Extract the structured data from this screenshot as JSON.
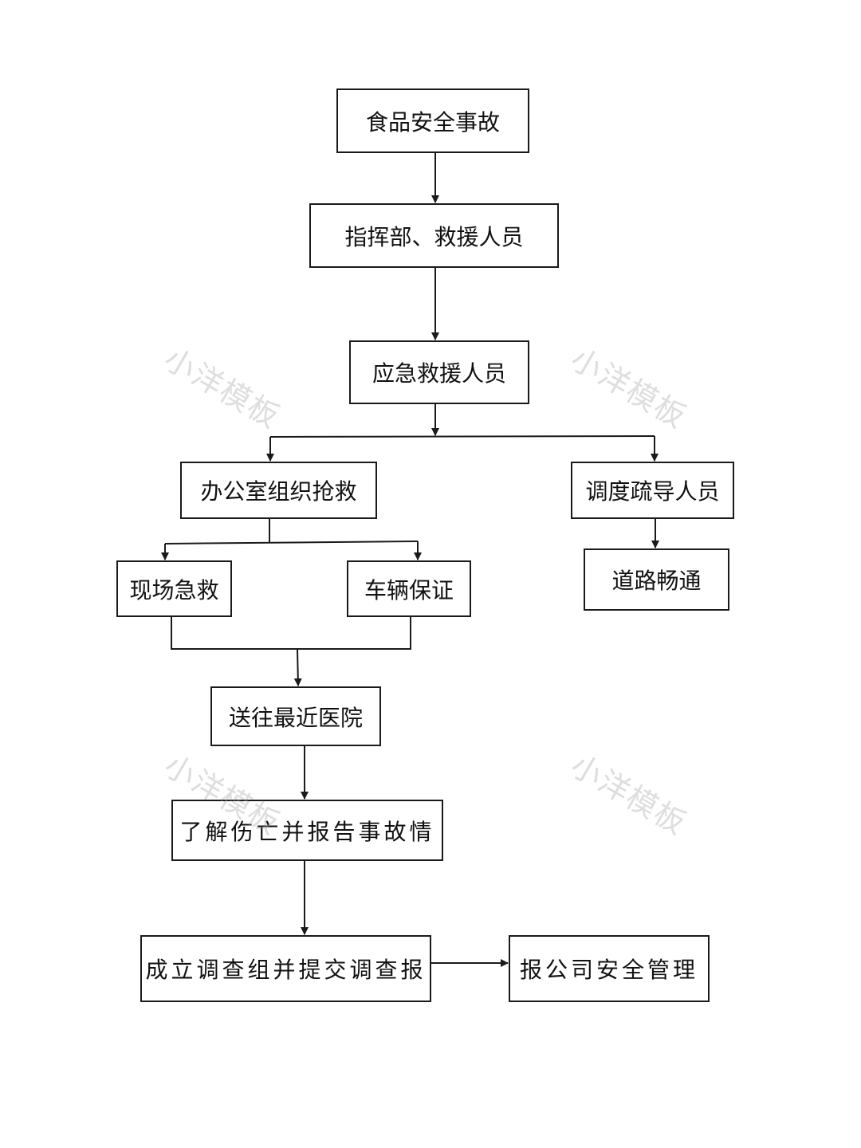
{
  "nodes": {
    "incident": "食品安全事故",
    "command": "指挥部、救援人员",
    "emergency": "应急救援人员",
    "office": "办公室组织抢救",
    "dispatch": "调度疏导人员",
    "onsite": "现场急救",
    "vehicle": "车辆保证",
    "road": "道路畅通",
    "hospital": "送往最近医院",
    "casualties": "了解伤亡并报告事故情",
    "investigate": "成立调查组并提交调查报",
    "report": "报公司安全管理"
  },
  "watermark": "小洋模板",
  "colors": {
    "line": "#1a1a1a",
    "text": "#111111",
    "background": "#ffffff"
  }
}
